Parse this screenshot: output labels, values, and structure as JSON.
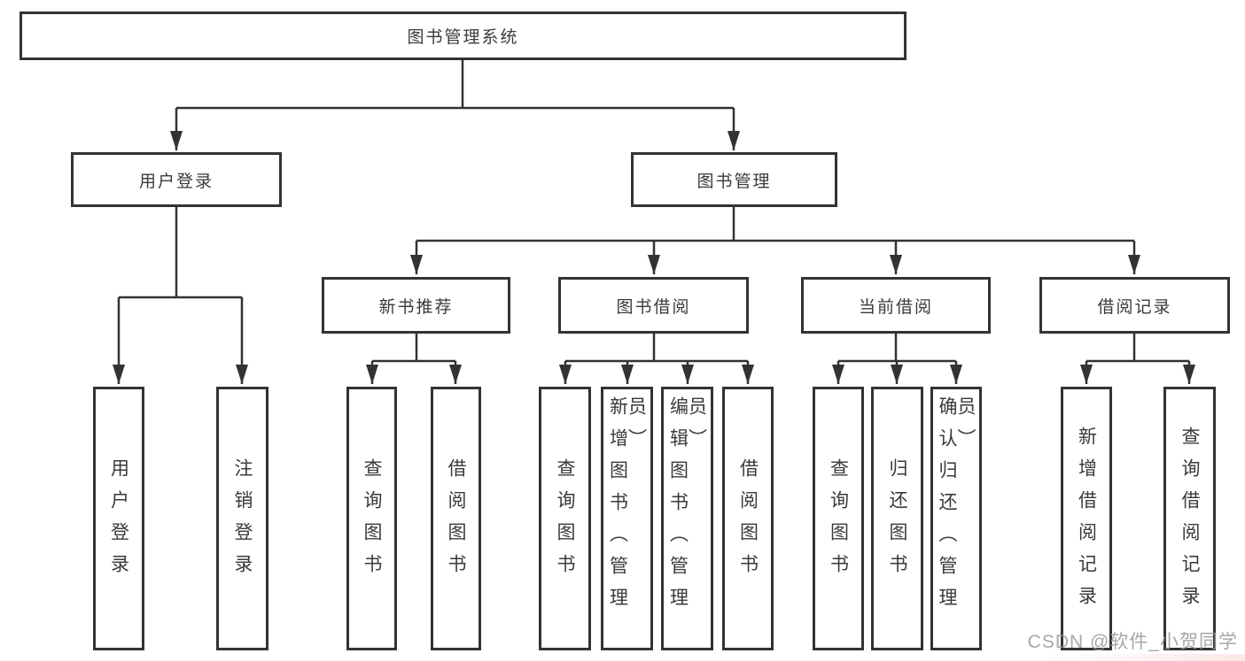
{
  "diagram": {
    "root": "图书管理系统",
    "branches": [
      {
        "label": "用户登录",
        "children": [
          "用户登录",
          "注销登录"
        ]
      },
      {
        "label": "图书管理",
        "groups": [
          {
            "label": "新书推荐",
            "children": [
              "查询图书",
              "借阅图书"
            ]
          },
          {
            "label": "图书借阅",
            "children": [
              "查询图书",
              "新增图书（管理员）",
              "编辑图书（管理员）",
              "借阅图书"
            ]
          },
          {
            "label": "当前借阅",
            "children": [
              "查询图书",
              "归还图书",
              "确认归还（管理员）"
            ]
          },
          {
            "label": "借阅记录",
            "children": [
              "新增借阅记录",
              "查询借阅记录"
            ]
          }
        ]
      }
    ]
  },
  "watermark": "CSDN @软件_小贺同学",
  "colors": {
    "line": "#333333",
    "box_border": "#333333",
    "box_background": "#ffffff",
    "text": "#3a3a3a",
    "watermark": "#96969e"
  }
}
